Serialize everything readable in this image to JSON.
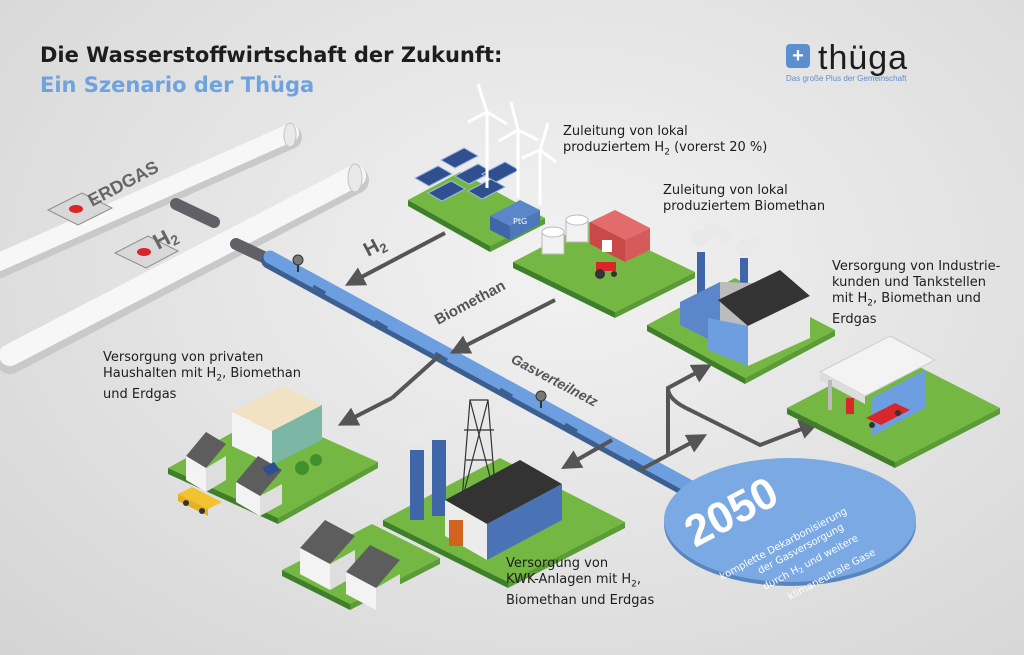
{
  "title": {
    "line1": "Die Wasserstoffwirtschaft der Zukunft:",
    "line2": "Ein Szenario der Thüga"
  },
  "logo": {
    "wordmark": "thüga",
    "tagline": "Das große Plus der Gemeinschaft",
    "mark_icon": "plus-icon",
    "mark_color": "#5b8fd0"
  },
  "pipes": {
    "erdgas": "ERDGAS",
    "h2": "H",
    "h2_sub": "2",
    "h2_arrow": "H",
    "h2_arrow_sub": "2",
    "biomethan": "Biomethan",
    "netz": "Gasverteilnetz"
  },
  "callouts": {
    "h2_local": {
      "l1": "Zuleitung von lokal",
      "l2a": "produziertem H",
      "l2sub": "2",
      "l2b": " (vorerst 20 %)"
    },
    "biomethan_local": {
      "l1": "Zuleitung von lokal",
      "l2": "produziertem Biomethan"
    },
    "industry": {
      "l1": "Versorgung von Industrie-",
      "l2": "kunden und Tankstellen",
      "l3a": "mit H",
      "l3sub": "2",
      "l3b": ", Biomethan und",
      "l4": "Erdgas"
    },
    "households": {
      "l1": "Versorgung von privaten",
      "l2a": "Haushalten mit H",
      "l2sub": "2",
      "l2b": ", Biomethan",
      "l3": "und Erdgas"
    },
    "chp": {
      "l1": "Versorgung von",
      "l2a": "KWK-Anlagen mit H",
      "l2sub": "2",
      "l2b": ",",
      "l3": "Biomethan und Erdgas"
    }
  },
  "badge": {
    "year": "2050",
    "l1": "komplette Dekarbonisierung",
    "l2": "der Gasversorgung",
    "l3a": "durch H",
    "l3sub": "2",
    "l3b": " und weitere",
    "l4": "klimaneutrale Gase"
  },
  "labels": {
    "ptg": "PtG"
  },
  "colors": {
    "grass": "#74b843",
    "network": "#6d9fe0",
    "badge": "#7aa9e4",
    "pipe_gray": "#5f6166",
    "arrow": "#555555"
  }
}
